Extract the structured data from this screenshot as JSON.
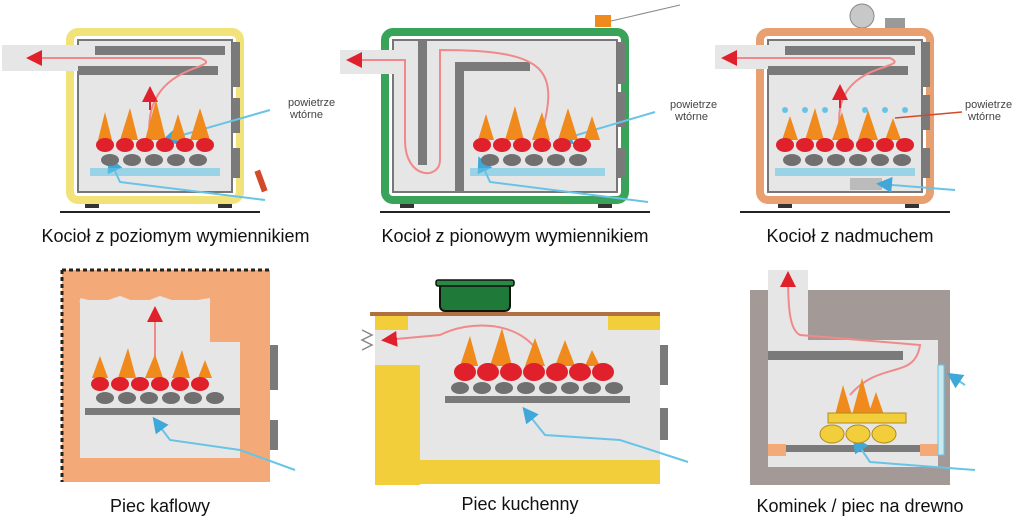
{
  "captions": {
    "boiler_horizontal": "Kocioł z poziomym wymiennikiem",
    "boiler_vertical": "Kocioł z pionowym wymiennikiem",
    "boiler_blower": "Kocioł z nadmuchem",
    "tile_stove": "Piec kaflowy",
    "kitchen_stove": "Piec kuchenny",
    "fireplace": "Kominek / piec na drewno"
  },
  "notes": {
    "secondary_air_line1": "powietrze",
    "secondary_air_line2": "wtórne"
  },
  "colors": {
    "boiler_horizontal_casing": "#f2e27a",
    "boiler_vertical_casing": "#3aa35a",
    "boiler_blower_casing": "#e8a070",
    "tile_stove_body": "#f4a978",
    "kitchen_stove_body": "#f2cf3a",
    "fireplace_body": "#a39a98",
    "chamber": "#e6e6e6",
    "baffle": "#7a7a7a",
    "flame": "#f08a1c",
    "coal_red": "#e0202a",
    "coal_grey": "#707070",
    "flue_arrow": "#f08a8a",
    "air_arrow": "#68c4e6"
  }
}
